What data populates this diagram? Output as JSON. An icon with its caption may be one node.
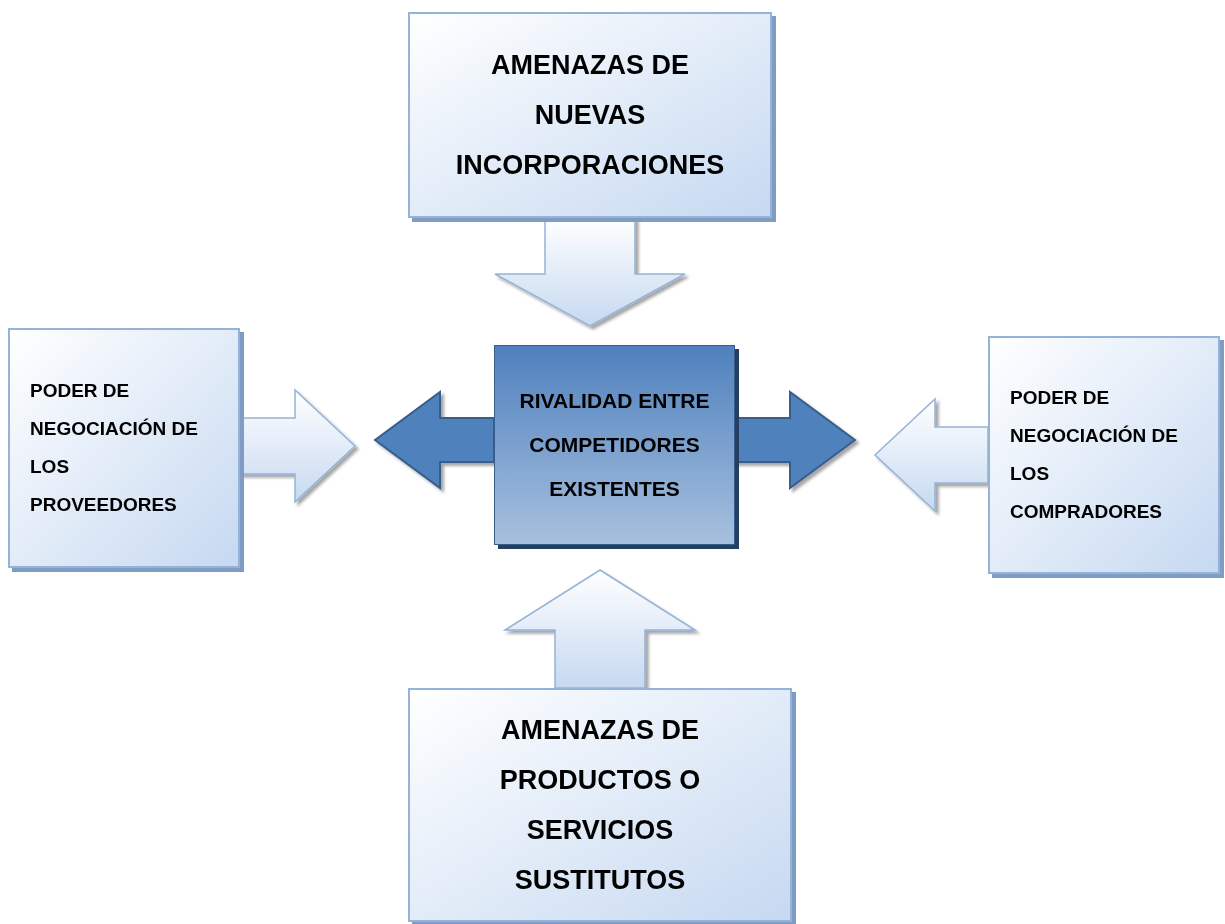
{
  "diagram": {
    "nodes": [
      {
        "text": [
          "AMENAZAS DE NUEVAS INCORPORACIONES"
        ]
      },
      {
        "text": [
          "PODER DE NEGOCIACIÓN DE LOS PROVEEDORES"
        ]
      },
      {
        "text": [
          "RIVALIDAD ENTRE COMPETIDORES EXISTENTES"
        ]
      },
      {
        "text": [
          "PODER DE NEGOCIACIÓN DE LOS COMPRADORES"
        ]
      },
      {
        "text": [
          "AMENAZAS DE PRODUCTOS O SERVICIOS SUSTITUTOS"
        ]
      }
    ],
    "edges": [
      {
        "from": 0,
        "to": 2,
        "arrow": "to"
      },
      {
        "from": 1,
        "to": null,
        "arrow": "to"
      },
      {
        "from": 3,
        "to": null,
        "arrow": "to"
      },
      {
        "from": 4,
        "to": 2,
        "arrow": "to"
      },
      {
        "from": 2,
        "to": null,
        "arrow": "to",
        "style": "thick",
        "color": "#4f81bd"
      },
      {
        "from": 2,
        "to": null,
        "arrow": "to",
        "style": "thick",
        "color": "#4f81bd"
      }
    ]
  }
}
